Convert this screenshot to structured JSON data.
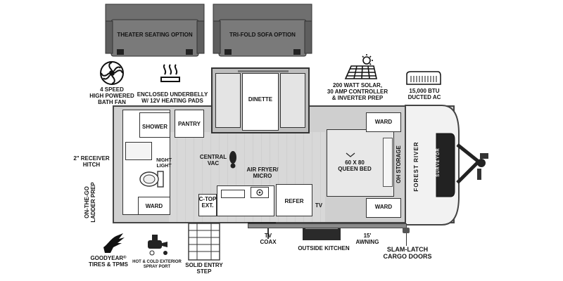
{
  "options": {
    "theater": "THEATER SEATING OPTION",
    "trifold": "TRI-FOLD SOFA OPTION"
  },
  "features": {
    "bath_fan": [
      "4 SPEED",
      "HIGH POWERED",
      "BATH FAN"
    ],
    "underbelly": [
      "ENCLOSED UNDERBELLY",
      "W/ 12V HEATING PADS"
    ],
    "solar": [
      "200 WATT SOLAR,",
      "30 AMP CONTROLLER",
      "& INVERTER PREP"
    ],
    "ac": [
      "15,000 BTU",
      "DUCTED AC"
    ],
    "receiver": [
      "2\" RECEIVER",
      "HITCH"
    ],
    "ladder": [
      "ON-THE-GO",
      "LADDER PREP"
    ],
    "goodyear": [
      "GOODYEAR",
      "TIRES & TPMS"
    ],
    "goodyear_mark": "®",
    "spray": [
      "HOT & COLD EXTERIOR",
      "SPRAY PORT"
    ],
    "step": [
      "SOLID ENTRY",
      "STEP"
    ],
    "tv_coax": [
      "TV",
      "COAX"
    ],
    "outside_kitchen": "OUTSIDE KITCHEN",
    "awning": [
      "15'",
      "AWNING"
    ],
    "cargo": [
      "SLAM-LATCH",
      "CARGO DOORS"
    ]
  },
  "rooms": {
    "dinette": "DINETTE",
    "shower": "SHOWER",
    "pantry": "PANTRY",
    "night_light": [
      "NIGHT",
      "LIGHT"
    ],
    "central_vac": [
      "CENTRAL",
      "VAC"
    ],
    "air_fryer": [
      "AIR FRYER/",
      "MICRO"
    ],
    "ward_bath": "WARD",
    "ctop": [
      "C-TOP",
      "EXT."
    ],
    "refer": "REFER",
    "tv": "TV",
    "bed": [
      "60 X 80",
      "QUEEN BED"
    ],
    "ward_top": "WARD",
    "ward_bottom": "WARD",
    "oh_storage": "OH STORAGE"
  },
  "branding": {
    "forest_river": "FOREST RIVER",
    "surveyor": "SURVEYOR"
  }
}
